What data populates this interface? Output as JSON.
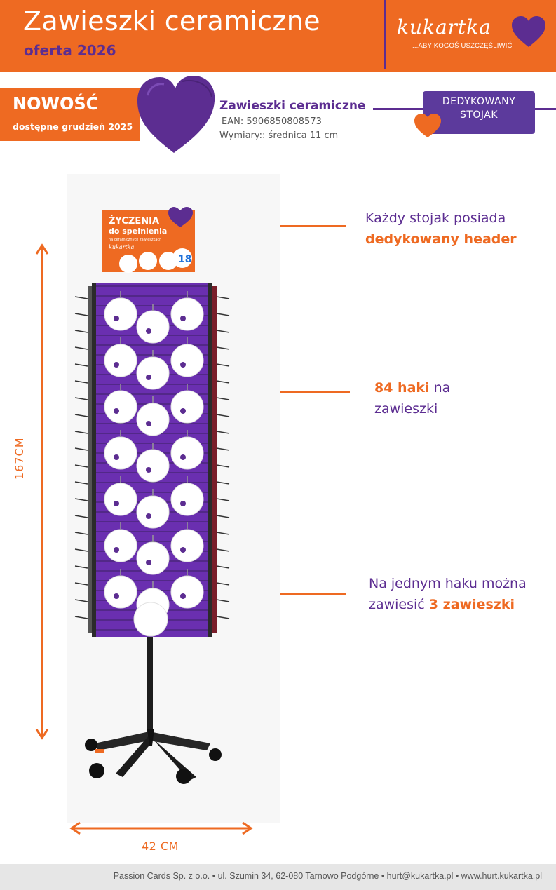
{
  "header": {
    "title": "Zawieszki ceramiczne",
    "subtitle": "oferta 2026",
    "logo_text": "kukartka",
    "logo_tagline": "...ABY KOGOŚ USZCZĘŚLIWIĆ"
  },
  "info": {
    "badge_title": "NOWOŚĆ",
    "badge_date": "dostępne grudzień 2025",
    "product_name": "Zawieszki ceramiczne",
    "ean": "EAN: 5906850808573",
    "dimensions": "Wymiary:: średnica 11 cm",
    "dedicated_line1": "DEDYKOWANY",
    "dedicated_line2": "STOJAK"
  },
  "figure": {
    "header_sign_line1": "ŻYCZENIA",
    "header_sign_line2": "do spełnienia",
    "header_sign_line3": "na ceramicznych zawieszkach",
    "header_sign_brand": "kukartka",
    "height_label": "167CM",
    "width_label": "42 CM"
  },
  "callouts": [
    {
      "pre": "Każdy stojak posiada",
      "highlight": "dedykowany header",
      "post": ""
    },
    {
      "highlight": "84 haki",
      "post": " na",
      "line2": "zawieszki"
    },
    {
      "pre": "Na jednym haku można",
      "line2_pre": "zawiesić ",
      "highlight": "3 zawieszki"
    }
  ],
  "footer": {
    "text": "Passion Cards Sp. z o.o. • ul. Szumin 34, 62-080 Tarnowo Podgórne • hurt@kukartka.pl • www.hurt.kukartka.pl"
  },
  "colors": {
    "orange": "#ee6a22",
    "purple": "#5c2d91",
    "footer_bg": "#e6e6e6"
  }
}
